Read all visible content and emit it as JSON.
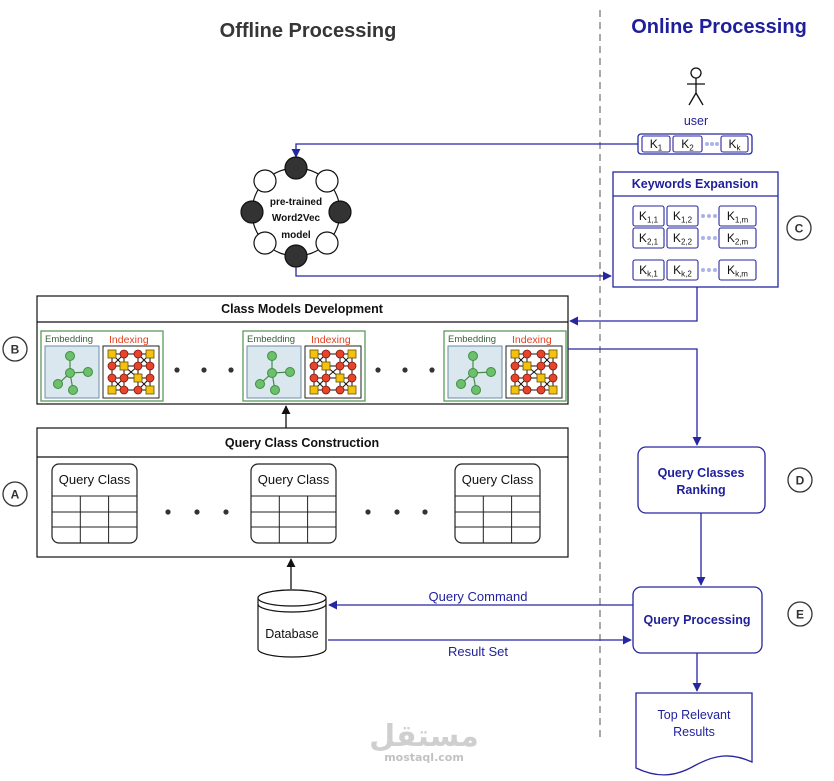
{
  "titles": {
    "offline": "Offline Processing",
    "online": "Online Processing"
  },
  "user": {
    "label": "user",
    "keywords": [
      {
        "base": "K",
        "sub": "1"
      },
      {
        "base": "K",
        "sub": "2"
      },
      {
        "base": "K",
        "sub": "k"
      }
    ]
  },
  "word2vec_model": {
    "line1": "pre-trained",
    "line2": "Word2Vec",
    "line3": "model"
  },
  "keywords_expansion": {
    "step_label": "C",
    "title": "Keywords Expansion",
    "rows": [
      [
        {
          "base": "K",
          "sub": "1,1"
        },
        {
          "base": "K",
          "sub": "1,2"
        },
        {
          "base": "K",
          "sub": "1,m"
        }
      ],
      [
        {
          "base": "K",
          "sub": "2,1"
        },
        {
          "base": "K",
          "sub": "2,2"
        },
        {
          "base": "K",
          "sub": "2,m"
        }
      ],
      [
        {
          "base": "K",
          "sub": "k,1"
        },
        {
          "base": "K",
          "sub": "k,2"
        },
        {
          "base": "K",
          "sub": "k,m"
        }
      ]
    ]
  },
  "class_models": {
    "step_label": "B",
    "title": "Class Models Development",
    "groups": [
      {
        "embedding_label": "Embedding",
        "indexing_label": "Indexing"
      },
      {
        "embedding_label": "Embedding",
        "indexing_label": "Indexing"
      },
      {
        "embedding_label": "Embedding",
        "indexing_label": "Indexing"
      }
    ]
  },
  "query_class_construction": {
    "step_label": "A",
    "title": "Query Class Construction",
    "tables": [
      {
        "label": "Query Class"
      },
      {
        "label": "Query Class"
      },
      {
        "label": "Query Class"
      }
    ]
  },
  "database": {
    "label": "Database"
  },
  "flows": {
    "query_command": "Query Command",
    "result_set": "Result Set"
  },
  "query_classes_ranking": {
    "step_label": "D",
    "line1": "Query Classes",
    "line2": "Ranking"
  },
  "query_processing": {
    "step_label": "E",
    "title": "Query Processing"
  },
  "top_relevant_results": {
    "line1": "Top Relevant",
    "line2": "Results"
  },
  "watermark": {
    "arabic": "مستقل",
    "latin": "mostaql.com"
  },
  "icons": {
    "user": "user-icon",
    "model": "word2vec-ring-icon",
    "embedding": "embedding-graph-icon",
    "indexing": "indexing-mesh-icon",
    "database": "database-cylinder-icon",
    "results": "document-icon"
  },
  "colors": {
    "online_blue": "#1f1f9c",
    "arrow_blue": "#2626a0",
    "offline_title": "#363636",
    "divider_gray": "#a9a9a9",
    "group_border_green": "#5a9a5a",
    "embedding_node_green": "#6cbf6c",
    "indexing_label_red": "#e0401f",
    "indexing_circle_red": "#e8442c",
    "indexing_square_yellow": "#f4c20d",
    "keyword_dots": "#aab3e8"
  }
}
